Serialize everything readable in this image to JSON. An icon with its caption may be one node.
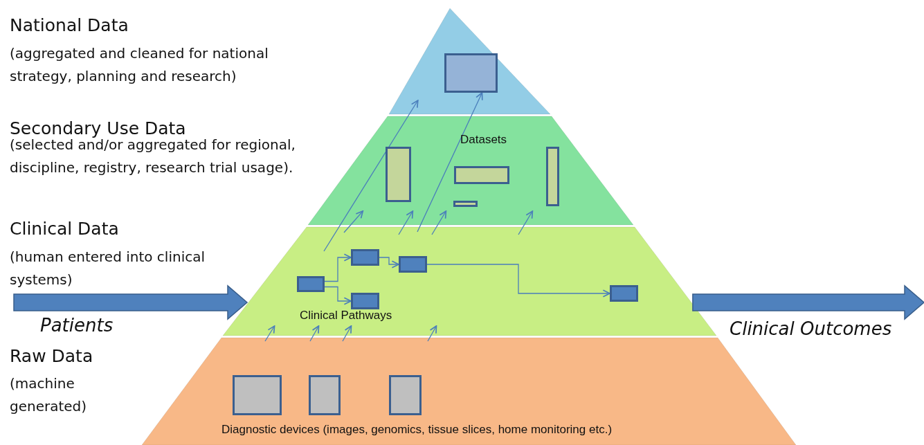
{
  "diagram": {
    "nodes": [
      {
        "text": [],
        "shape": "triangle"
      },
      {
        "text": [],
        "shape": "box",
        "in": 0
      },
      {
        "text": [
          "Datasets"
        ]
      },
      {
        "text": [],
        "shape": "box",
        "in": 2
      },
      {
        "text": [],
        "shape": "box",
        "in": 2
      },
      {
        "text": [],
        "shape": "box",
        "in": 2
      },
      {
        "text": [],
        "shape": "box",
        "in": 2
      },
      {
        "text": [
          "Clinical Pathways"
        ]
      },
      {
        "text": [],
        "shape": "box",
        "in": 7
      },
      {
        "text": [],
        "shape": "box",
        "in": 7
      },
      {
        "text": [],
        "shape": "box",
        "in": 7
      },
      {
        "text": [],
        "shape": "box",
        "in": 7
      },
      {
        "text": [],
        "shape": "box",
        "in": 7
      },
      {
        "text": [
          "Diagnostic devices (images, genomics, tissue slices, home monitoring etc.)"
        ]
      },
      {
        "text": [],
        "shape": "box",
        "in": 13
      },
      {
        "text": [],
        "shape": "box",
        "in": 13
      },
      {
        "text": [],
        "shape": "box",
        "in": 13
      }
    ],
    "edges": [
      {
        "from": null,
        "to": 7,
        "arrow": "to",
        "label": "Patients",
        "style": "thick"
      },
      {
        "from": 7,
        "to": null,
        "arrow": "to",
        "label": "Clinical Outcomes",
        "style": "thick"
      },
      {
        "from": 8,
        "to": 9,
        "arrow": "to"
      },
      {
        "from": 8,
        "to": 10,
        "arrow": "to"
      },
      {
        "from": 9,
        "to": 11,
        "arrow": "to"
      },
      {
        "from": 11,
        "to": 12,
        "arrow": "to"
      },
      {
        "from": 13,
        "to": 7,
        "arrow": "to"
      },
      {
        "from": 13,
        "to": 7,
        "arrow": "to"
      },
      {
        "from": 13,
        "to": 7,
        "arrow": "to"
      },
      {
        "from": 13,
        "to": 7,
        "arrow": "to"
      },
      {
        "from": 7,
        "to": 2,
        "arrow": "to"
      },
      {
        "from": 7,
        "to": 2,
        "arrow": "to"
      },
      {
        "from": 7,
        "to": 2,
        "arrow": "to"
      },
      {
        "from": 7,
        "to": 2,
        "arrow": "to"
      },
      {
        "from": 7,
        "to": 0,
        "arrow": "to"
      },
      {
        "from": 7,
        "to": 1,
        "arrow": "to"
      }
    ],
    "labels": [
      "National Data",
      "(aggregated and cleaned for national strategy, planning and research)",
      "Secondary Use Data",
      "(selected and/or aggregated for regional, discipline, registry, research trial usage).",
      "Clinical Data",
      "(human entered into clinical systems)",
      "Raw Data",
      "(machine generated)"
    ]
  }
}
